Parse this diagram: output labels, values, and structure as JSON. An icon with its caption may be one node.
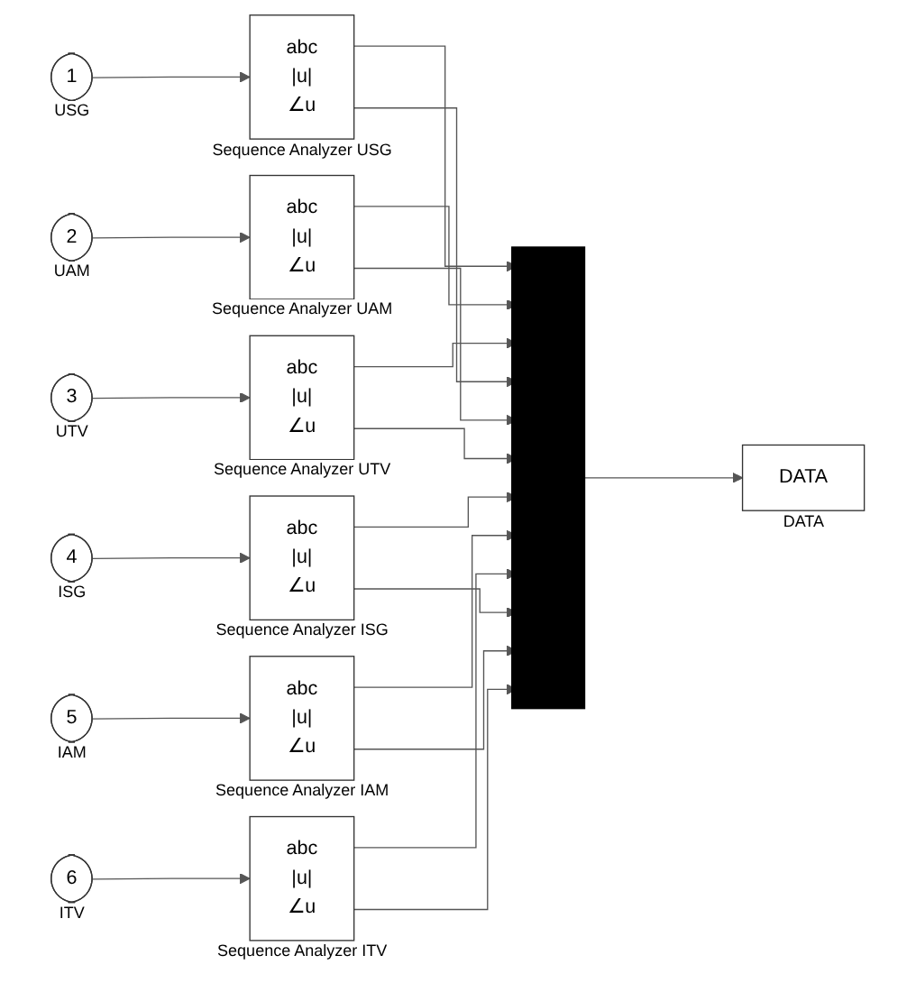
{
  "diagram": {
    "nodes": [
      {
        "text": [
          "1"
        ],
        "beside": [
          "USG"
        ]
      },
      {
        "text": [
          "abc",
          "|u|",
          "∠u"
        ],
        "beside": [
          "Sequence Analyzer USG"
        ]
      },
      {
        "text": [
          "2"
        ],
        "beside": [
          "UAM"
        ]
      },
      {
        "text": [
          "abc",
          "|u|",
          "∠u"
        ],
        "beside": [
          "Sequence Analyzer UAM"
        ]
      },
      {
        "text": [
          "3"
        ],
        "beside": [
          "UTV"
        ]
      },
      {
        "text": [
          "abc",
          "|u|",
          "∠u"
        ],
        "beside": [
          "Sequence Analyzer UTV"
        ]
      },
      {
        "text": [
          "4"
        ],
        "beside": [
          "ISG"
        ]
      },
      {
        "text": [
          "abc",
          "|u|",
          "∠u"
        ],
        "beside": [
          "Sequence Analyzer ISG"
        ]
      },
      {
        "text": [
          "5"
        ],
        "beside": [
          "IAM"
        ]
      },
      {
        "text": [
          "abc",
          "|u|",
          "∠u"
        ],
        "beside": [
          "Sequence Analyzer IAM"
        ]
      },
      {
        "text": [
          "6"
        ],
        "beside": [
          "ITV"
        ]
      },
      {
        "text": [
          "abc",
          "|u|",
          "∠u"
        ],
        "beside": [
          "Sequence Analyzer ITV"
        ]
      },
      {
        "text": [],
        "shape": "bar"
      },
      {
        "text": [
          "DATA"
        ],
        "beside": [
          "DATA"
        ]
      }
    ],
    "edges": [
      {
        "from": 0,
        "to": 1,
        "arrow": "to"
      },
      {
        "from": 2,
        "to": 3,
        "arrow": "to"
      },
      {
        "from": 4,
        "to": 5,
        "arrow": "to"
      },
      {
        "from": 6,
        "to": 7,
        "arrow": "to"
      },
      {
        "from": 8,
        "to": 9,
        "arrow": "to"
      },
      {
        "from": 10,
        "to": 11,
        "arrow": "to"
      },
      {
        "from": 1,
        "to": 12,
        "arrow": "to"
      },
      {
        "from": 3,
        "to": 12,
        "arrow": "to"
      },
      {
        "from": 5,
        "to": 12,
        "arrow": "to"
      },
      {
        "from": 1,
        "to": 12,
        "arrow": "to"
      },
      {
        "from": 3,
        "to": 12,
        "arrow": "to"
      },
      {
        "from": 5,
        "to": 12,
        "arrow": "to"
      },
      {
        "from": 7,
        "to": 12,
        "arrow": "to"
      },
      {
        "from": 9,
        "to": 12,
        "arrow": "to"
      },
      {
        "from": 11,
        "to": 12,
        "arrow": "to"
      },
      {
        "from": 7,
        "to": 12,
        "arrow": "to"
      },
      {
        "from": 9,
        "to": 12,
        "arrow": "to"
      },
      {
        "from": 11,
        "to": 12,
        "arrow": "to"
      },
      {
        "from": 12,
        "to": 13,
        "arrow": "to"
      }
    ]
  }
}
